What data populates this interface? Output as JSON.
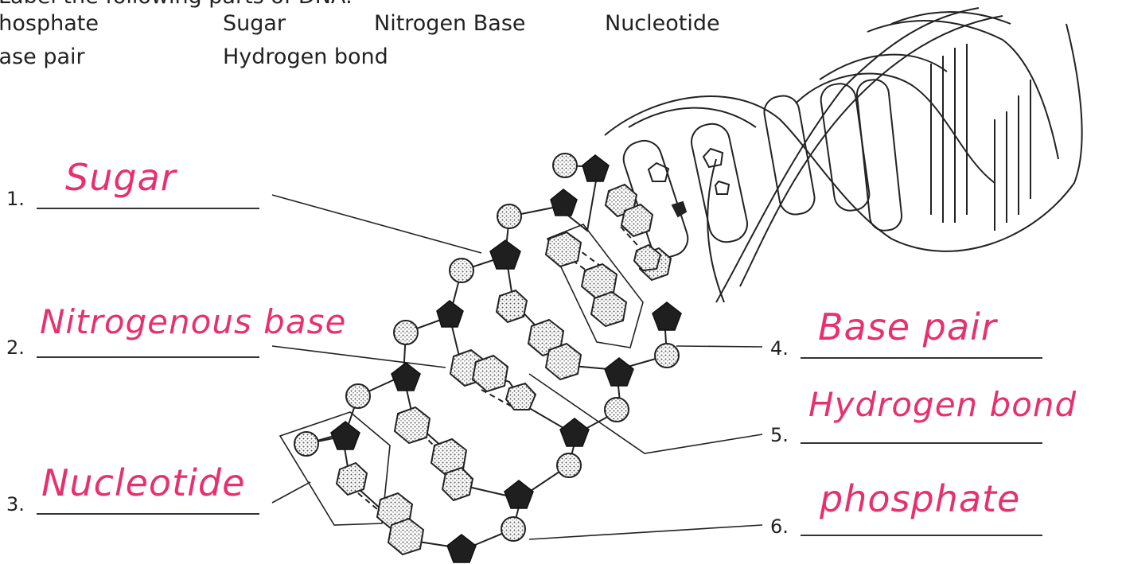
{
  "instruction": "Label the following parts of DNA:",
  "word_bank": [
    "Phosphate",
    "Sugar",
    "Nitrogen Base",
    "Nucleotide",
    "Base pair",
    "Hydrogen bond"
  ],
  "items": [
    {
      "number": "1.",
      "answer": "Sugar"
    },
    {
      "number": "2.",
      "answer": "Nitrogenous base"
    },
    {
      "number": "3.",
      "answer": "Nucleotide"
    },
    {
      "number": "4.",
      "answer": "Base pair"
    },
    {
      "number": "5.",
      "answer": "Hydrogen bond"
    },
    {
      "number": "6.",
      "answer": "phosphate"
    }
  ],
  "colors": {
    "ink": "#222222",
    "answer": "#e8306e"
  }
}
